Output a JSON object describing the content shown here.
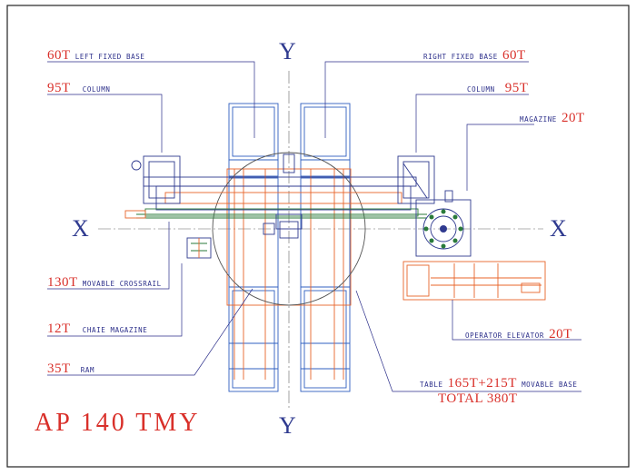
{
  "labels": {
    "left_base": {
      "value": "60T",
      "name": "LEFT FIXED BASE"
    },
    "left_column": {
      "value": "95T",
      "name": "COLUMN"
    },
    "right_base": {
      "value": "60T",
      "name": "RIGHT FIXED BASE"
    },
    "right_column": {
      "value": "95T",
      "name": "COLUMN"
    },
    "magazine": {
      "value": "20T",
      "name": "MAGAZINE"
    },
    "crossrail": {
      "value": "130T",
      "name": "MOVABLE CROSSRAIL"
    },
    "chain_magazine": {
      "value": "12T",
      "name": "CHAIE MAGAZINE"
    },
    "ram": {
      "value": "35T",
      "name": "RAM"
    },
    "operator_elevator": {
      "value": "20T",
      "name": "OPERATOR ELEVATOR"
    },
    "table": {
      "prefix": "TABLE",
      "value": "165T+215T",
      "name": "MOVABLE BASE"
    },
    "total": "TOTAL 380T"
  },
  "axes": {
    "x": "X",
    "y": "Y"
  },
  "model": "AP 140 TMY",
  "colors": {
    "red": "#d9302a",
    "blue": "#2f3a8f",
    "orange": "#e8642a",
    "green": "#2a7a3a",
    "frame": "#222222"
  }
}
